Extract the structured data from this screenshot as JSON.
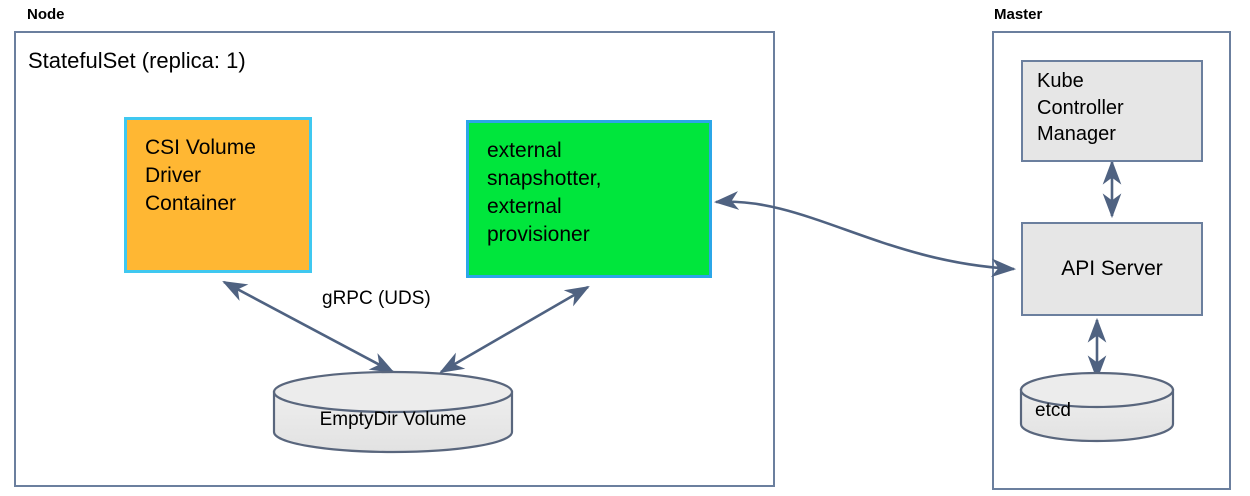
{
  "diagram": {
    "title_node": "Node",
    "title_master": "Master",
    "statefulset_title": "StatefulSet (replica: 1)",
    "colors": {
      "csi_fill": "#ffb733",
      "csi_border": "#3fc8f0",
      "green_fill": "#00e63c",
      "green_border": "#2ba6e8",
      "gray_fill": "#e6e6e6",
      "gray_border": "#6b7f9e",
      "stroke": "#4f6281",
      "background": "#ffffff"
    },
    "node_zone": {
      "label": "Node",
      "boxes": [
        {
          "id": "csi-volume-driver-container",
          "label": "CSI Volume\nDriver\nContainer"
        },
        {
          "id": "external-snapshotter-provisioner",
          "label": "external\nsnapshotter,\nexternal\nprovisioner"
        }
      ],
      "cylinders": [
        {
          "id": "emptydir-volume",
          "label": "EmptyDir Volume"
        }
      ],
      "edges": [
        {
          "id": "grpc-uds-csi",
          "label": "gRPC (UDS)",
          "from": "csi-volume-driver-container",
          "to": "emptydir-volume",
          "arrow": "both"
        },
        {
          "id": "grpc-uds-sidecar",
          "label": "",
          "from": "external-snapshotter-provisioner",
          "to": "emptydir-volume",
          "arrow": "both"
        }
      ]
    },
    "master_zone": {
      "label": "Master",
      "boxes": [
        {
          "id": "kube-controller-manager",
          "label": "Kube\nController\nManager"
        },
        {
          "id": "api-server",
          "label": "API Server"
        }
      ],
      "cylinders": [
        {
          "id": "etcd",
          "label": "etcd"
        }
      ],
      "edges": [
        {
          "id": "kcm-apiserver",
          "label": "",
          "from": "kube-controller-manager",
          "to": "api-server",
          "arrow": "both"
        },
        {
          "id": "apiserver-etcd",
          "label": "",
          "from": "api-server",
          "to": "etcd",
          "arrow": "both"
        }
      ]
    },
    "cross_edges": [
      {
        "id": "sidecar-apiserver",
        "label": "",
        "from": "external-snapshotter-provisioner",
        "to": "api-server",
        "arrow": "both"
      }
    ]
  }
}
